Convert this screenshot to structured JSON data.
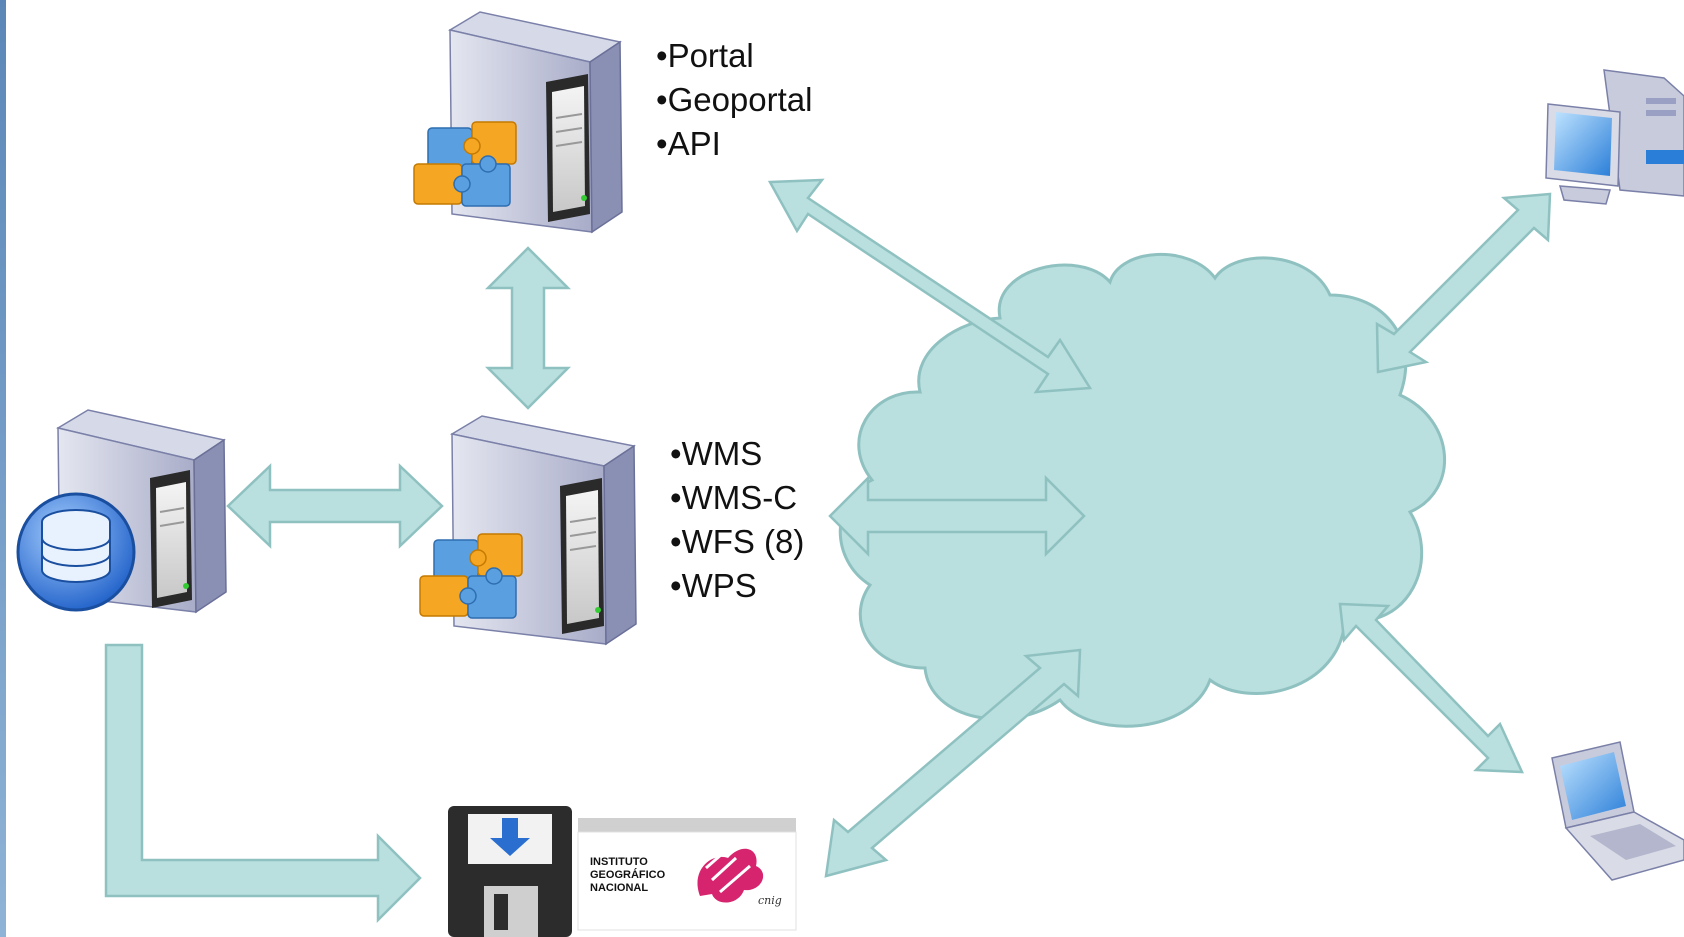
{
  "portal_server": {
    "services": [
      "Portal",
      "Geoportal",
      "API"
    ]
  },
  "ogc_server": {
    "services": [
      "WMS",
      "WMS-C",
      "WFS (8)",
      "WPS"
    ]
  },
  "download_logo": {
    "lines": [
      "INSTITUTO",
      "GEOGRÁFICO",
      "NACIONAL"
    ],
    "signature": "cnig"
  },
  "colors": {
    "arrow_fill": "#b9dfdf",
    "arrow_stroke": "#8fc1c1",
    "cloud_fill": "#b9dfdf",
    "cloud_stroke": "#8fc1c1",
    "server_body": "#b8bcd6",
    "accent": "#5b87b8"
  },
  "icons": [
    "server-icon",
    "puzzle-icon",
    "database-icon",
    "floppy-disk-icon",
    "desktop-computer-icon",
    "laptop-icon",
    "cloud-icon"
  ]
}
